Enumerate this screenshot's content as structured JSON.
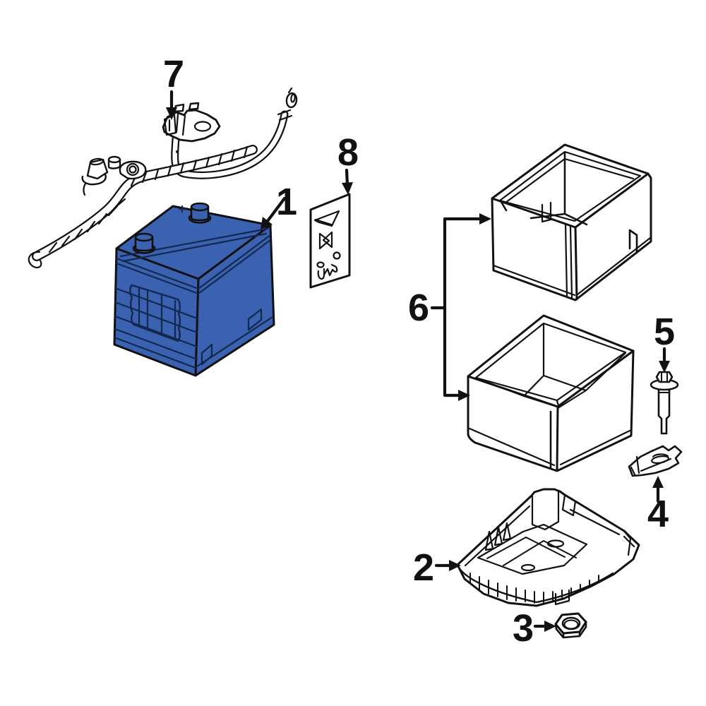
{
  "diagram": {
    "background_color": "#ffffff",
    "line_color": "#111111",
    "battery_fill_color": "#3a62b0",
    "battery_line_color": "#132850"
  },
  "callouts": [
    {
      "label": "1"
    },
    {
      "label": "2"
    },
    {
      "label": "3"
    },
    {
      "label": "4"
    },
    {
      "label": "5"
    },
    {
      "label": "6"
    },
    {
      "label": "7"
    },
    {
      "label": "8"
    }
  ]
}
